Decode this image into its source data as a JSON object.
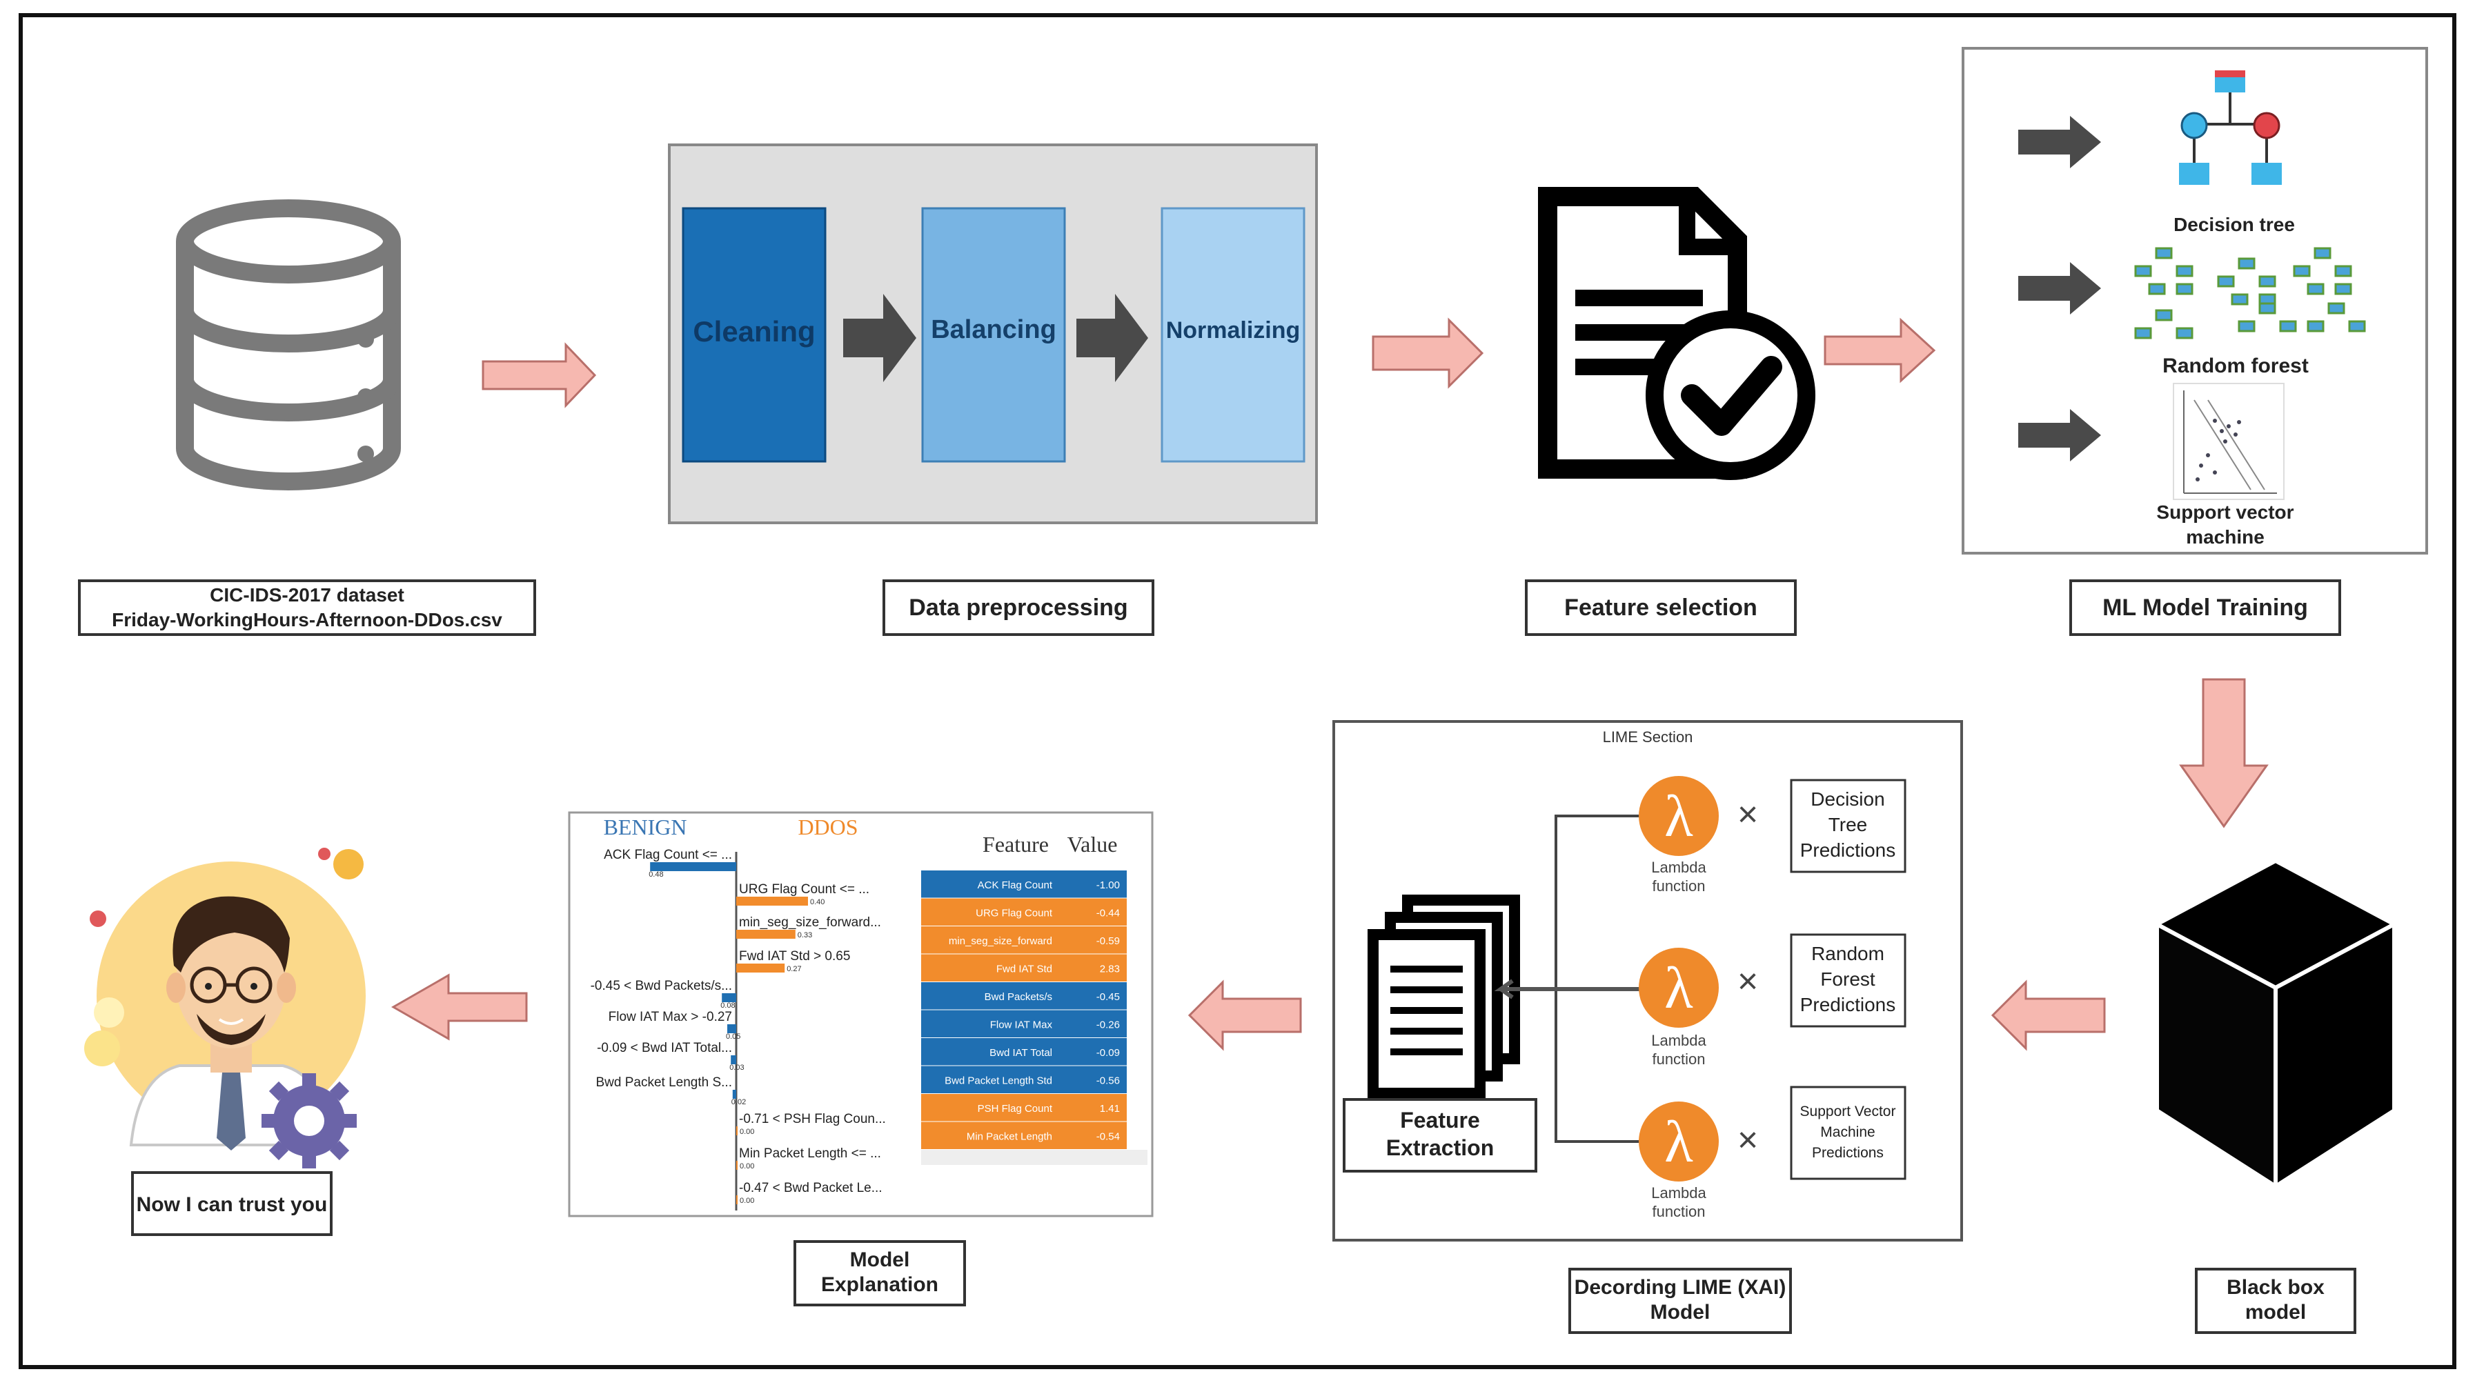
{
  "colors": {
    "frame": "#111111",
    "pink_arrow": "#f6b8b0",
    "pink_arrow_edge": "#b86f6a",
    "dark_arrow": "#4a4a4a",
    "cleaning": "#1a6fb5",
    "balancing": "#78b4e3",
    "normalizing": "#a9d2f2",
    "lambda": "#ef8a2b",
    "blue_bar": "#1f6fb2",
    "orange_bar": "#f28c2c",
    "benign_text": "#3a76b3",
    "ddos_text": "#ef8a2b"
  },
  "labels": {
    "dataset_line1": "CIC-IDS-2017 dataset",
    "dataset_line2": "Friday-WorkingHours-Afternoon-DDos.csv",
    "data_preprocessing": "Data preprocessing",
    "feature_selection": "Feature selection",
    "ml_model_training": "ML Model Training",
    "black_box_line1": "Black box",
    "black_box_line2": "model",
    "lime_model_line1": "Decording LIME (XAI)",
    "lime_model_line2": "Model",
    "model_explanation_line1": "Model",
    "model_explanation_line2": "Explanation",
    "trust": "Now I can trust you"
  },
  "preprocessing_steps": [
    "Cleaning",
    "Balancing",
    "Normalizing"
  ],
  "models": {
    "decision_tree": "Decision tree",
    "random_forest": "Random forest",
    "svm_line1": "Support vector",
    "svm_line2": "machine"
  },
  "lime": {
    "section_title": "LIME Section",
    "feature_extraction_line1": "Feature",
    "feature_extraction_line2": "Extraction",
    "lambda_symbol": "λ",
    "lambda_caption_line1": "Lambda",
    "lambda_caption_line2": "function",
    "times_symbol": "×",
    "predictions": [
      [
        "Decision",
        "Tree",
        "Predictions"
      ],
      [
        "Random",
        "Forest",
        "Predictions"
      ],
      [
        "Support Vector",
        "Machine",
        "Predictions"
      ]
    ]
  },
  "explanation": {
    "benign": "BENIGN",
    "ddos": "DDOS",
    "table_header_feature": "Feature",
    "table_header_value": "Value",
    "benign_bars": [
      {
        "label": "ACK Flag Count <= ...",
        "value": "0.48",
        "weight": 0.48
      },
      {
        "label": "-0.45 < Bwd Packets/s...",
        "value": "0.08",
        "weight": 0.08
      },
      {
        "label": "Flow IAT Max > -0.27",
        "value": "0.05",
        "weight": 0.05
      },
      {
        "label": "-0.09 < Bwd IAT Total...",
        "value": "0.03",
        "weight": 0.03
      },
      {
        "label": "Bwd Packet Length S...",
        "value": "0.02",
        "weight": 0.02
      }
    ],
    "ddos_bars": [
      {
        "label": "URG Flag Count <= ...",
        "value": "0.40",
        "weight": 0.4
      },
      {
        "label": "min_seg_size_forward...",
        "value": "0.33",
        "weight": 0.33
      },
      {
        "label": "Fwd IAT Std > 0.65",
        "value": "0.27",
        "weight": 0.27
      },
      {
        "label": "-0.71 < PSH Flag Coun...",
        "value": "0.00",
        "weight": 0.0
      },
      {
        "label": "Min Packet Length <= ...",
        "value": "0.00",
        "weight": 0.0
      },
      {
        "label": "-0.47 < Bwd Packet Le...",
        "value": "0.00",
        "weight": 0.0
      }
    ],
    "table_rows": [
      {
        "feature": "ACK Flag Count",
        "value": "-1.00",
        "class": "benign"
      },
      {
        "feature": "URG Flag Count",
        "value": "-0.44",
        "class": "ddos"
      },
      {
        "feature": "min_seg_size_forward",
        "value": "-0.59",
        "class": "ddos"
      },
      {
        "feature": "Fwd IAT Std",
        "value": "2.83",
        "class": "ddos"
      },
      {
        "feature": "Bwd Packets/s",
        "value": "-0.45",
        "class": "benign"
      },
      {
        "feature": "Flow IAT Max",
        "value": "-0.26",
        "class": "benign"
      },
      {
        "feature": "Bwd IAT Total",
        "value": "-0.09",
        "class": "benign"
      },
      {
        "feature": "Bwd Packet Length Std",
        "value": "-0.56",
        "class": "benign"
      },
      {
        "feature": "PSH Flag Count",
        "value": "1.41",
        "class": "ddos"
      },
      {
        "feature": "Min Packet Length",
        "value": "-0.54",
        "class": "ddos"
      }
    ]
  }
}
